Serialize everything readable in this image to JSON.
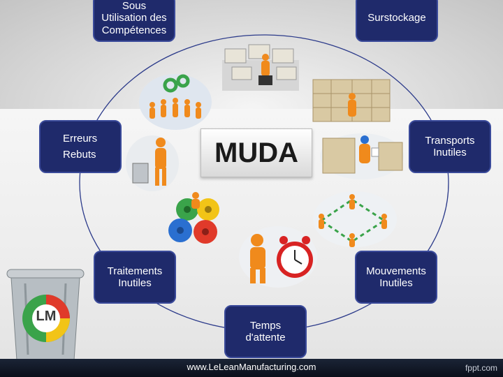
{
  "diagram": {
    "center": {
      "label": "MUDA"
    },
    "nodes": [
      {
        "id": "sous-utilisation",
        "lines": [
          "Sous",
          "Utilisation des",
          "Compétences"
        ]
      },
      {
        "id": "surstockage",
        "lines": [
          "Surstockage"
        ]
      },
      {
        "id": "erreurs-rebuts",
        "lines": [
          "Erreurs",
          "Rebuts"
        ]
      },
      {
        "id": "transports",
        "lines": [
          "Transports",
          "Inutiles"
        ]
      },
      {
        "id": "traitements",
        "lines": [
          "Traitements",
          "Inutiles"
        ]
      },
      {
        "id": "mouvements",
        "lines": [
          "Mouvements",
          "Inutiles"
        ]
      },
      {
        "id": "temps-attente",
        "lines": [
          "Temps",
          "d'attente"
        ]
      }
    ]
  },
  "logo": {
    "text": "LM"
  },
  "footer": {
    "url": "www.LeLeanManufacturing.com",
    "brand": "fppt.com"
  },
  "colors": {
    "box_fill": "#1f2a6b",
    "box_border": "#3a4a9a",
    "ring": "#2b3a8a",
    "person": "#f08a1c",
    "gear_green": "#3aa34a",
    "gear_yellow": "#f2c417",
    "gear_blue": "#2a6fd0",
    "gear_red": "#e03a2a",
    "clock_red": "#d82323"
  }
}
